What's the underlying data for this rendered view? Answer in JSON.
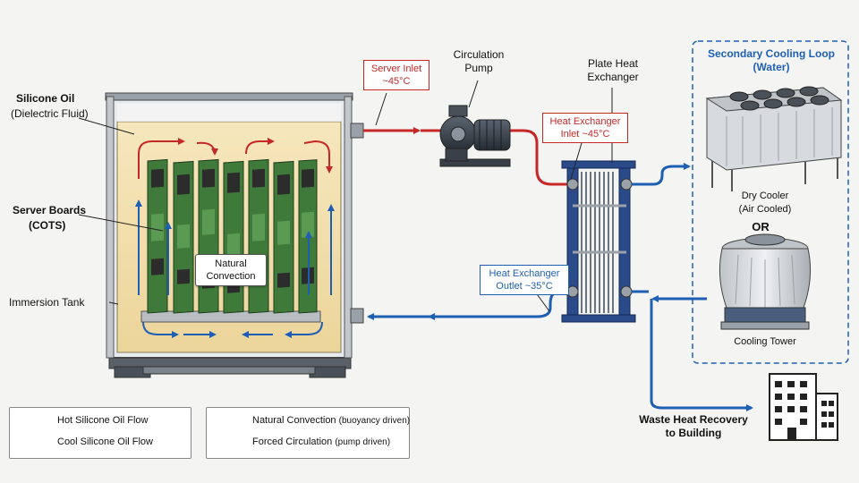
{
  "labels": {
    "silicone_oil_title": "Silicone Oil",
    "silicone_oil_sub": "(Dielectric Fluid)",
    "server_boards_title": "Server Boards",
    "server_boards_sub": "(COTS)",
    "immersion_tank": "Immersion Tank",
    "natural_convection_line1": "Natural",
    "natural_convection_line2": "Convection",
    "circulation_pump_line1": "Circulation",
    "circulation_pump_line2": "Pump",
    "plate_hx_line1": "Plate Heat",
    "plate_hx_line2": "Exchanger",
    "secondary_loop_line1": "Secondary Cooling Loop",
    "secondary_loop_line2": "(Water)",
    "dry_cooler_line1": "Dry Cooler",
    "dry_cooler_line2": "(Air Cooled)",
    "or": "OR",
    "cooling_tower": "Cooling Tower",
    "waste_heat_line1": "Waste Heat Recovery",
    "waste_heat_line2": "to Building"
  },
  "callouts": {
    "server_inlet_line1": "Server Inlet",
    "server_inlet_line2": "~45°C",
    "hx_inlet_line1": "Heat Exchanger",
    "hx_inlet_line2": "Inlet ~45°C",
    "hx_outlet_line1": "Heat Exchanger",
    "hx_outlet_line2": "Outlet ~35°C"
  },
  "legend": {
    "hot_flow": "Hot Silicone Oil Flow",
    "cool_flow": "Cool Silicone Oil Flow",
    "natural_convection_main": "Natural Convection",
    "natural_convection_sub": "(buoyancy driven)",
    "forced_circulation_main": "Forced Circulation",
    "forced_circulation_sub": "(pump driven)"
  },
  "colors": {
    "hot": "#c62828",
    "cool": "#1e5fb3",
    "oil": "#f3e2b3",
    "hx_frame": "#2a4a8a",
    "background": "#f4f4f2"
  }
}
